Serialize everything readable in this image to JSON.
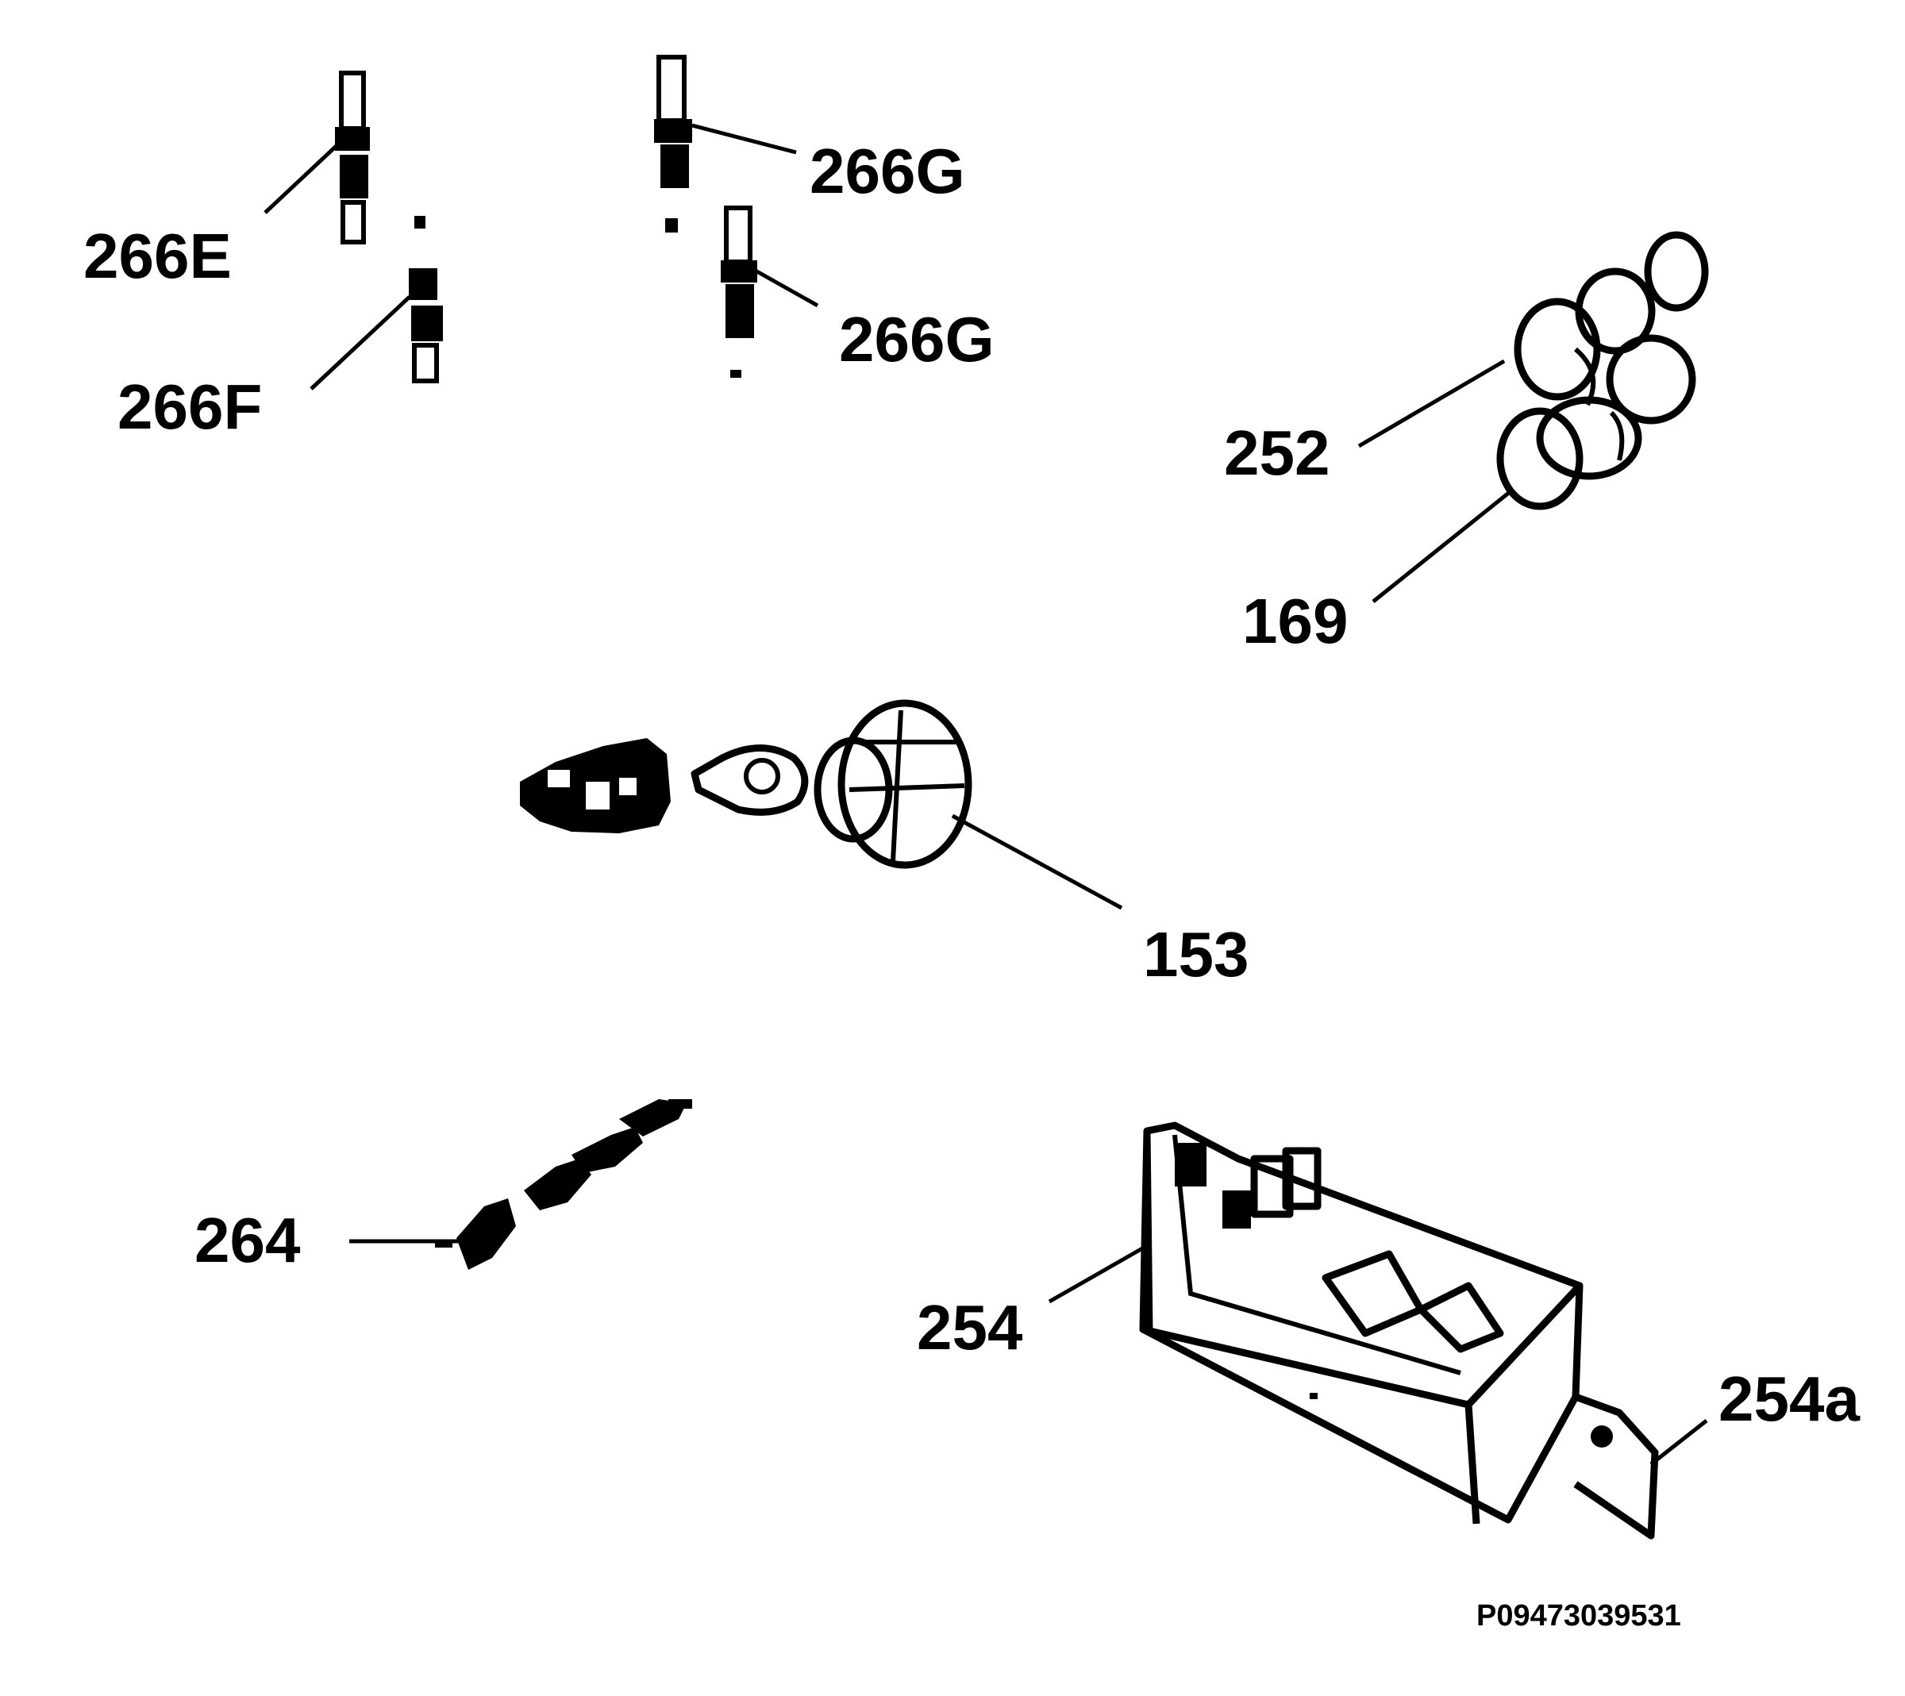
{
  "colors": {
    "ink": "#000000",
    "background": "#ffffff"
  },
  "labels": {
    "p266E": "266E",
    "p266F": "266F",
    "p266G_top": "266G",
    "p266G_lower": "266G",
    "p252": "252",
    "p169": "169",
    "p153": "153",
    "p264": "264",
    "p254": "254",
    "p254a": "254a"
  },
  "reference_code": "P09473039531"
}
